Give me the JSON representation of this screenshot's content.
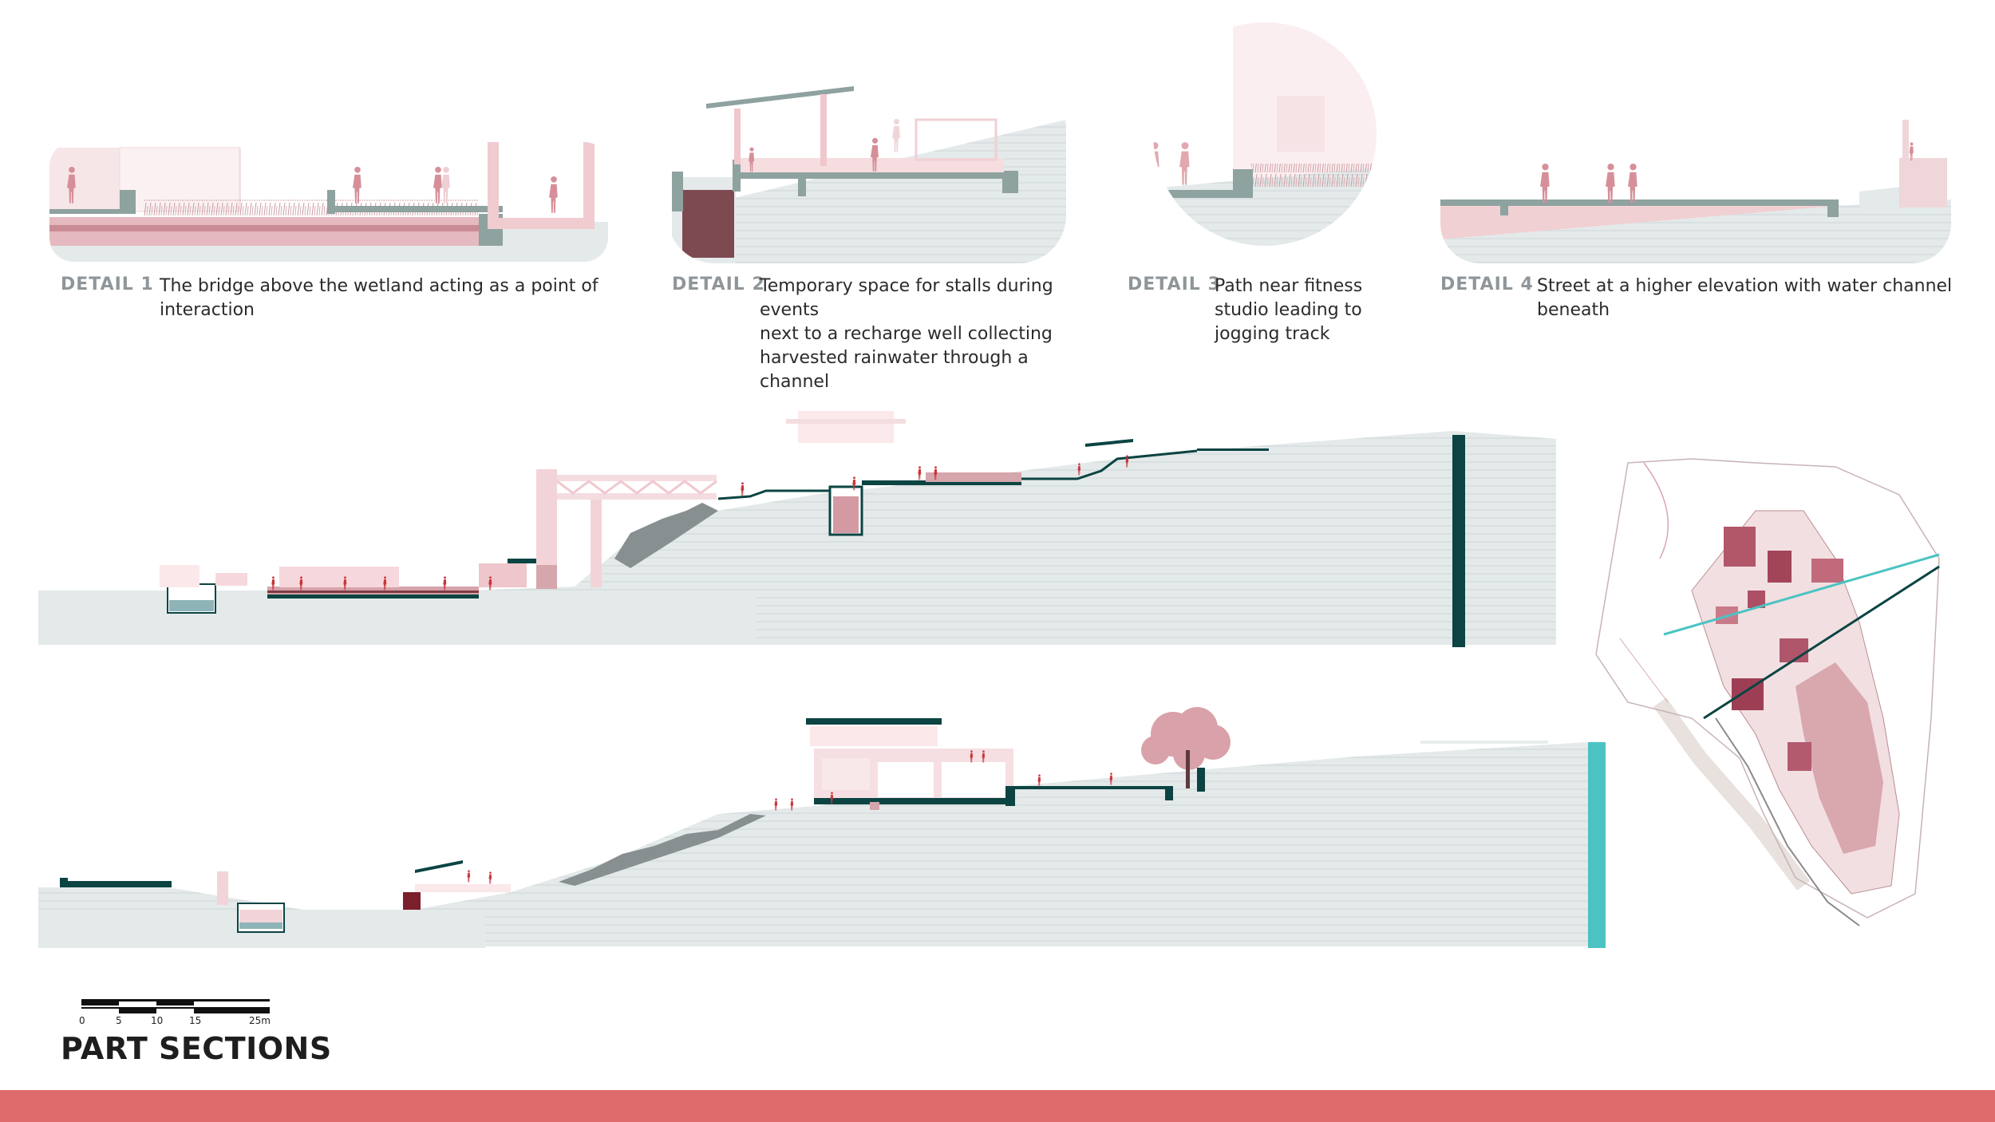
{
  "page": {
    "title": "PART SECTIONS"
  },
  "details": [
    {
      "label": "DETAIL 1",
      "text": "The bridge above the wetland acting as a point of\ninteraction"
    },
    {
      "label": "DETAIL 2",
      "text": "Temporary space for stalls during events\nnext to a recharge well collecting\nharvested rainwater through a channel"
    },
    {
      "label": "DETAIL 3",
      "text": "Path near fitness\nstudio leading to\njogging track"
    },
    {
      "label": "DETAIL 4",
      "text": "Street at a higher elevation with water channel\nbeneath"
    }
  ],
  "scale_bar": {
    "labels": [
      "0",
      "5",
      "10",
      "15",
      "25m"
    ]
  },
  "colors": {
    "accent": "#de6b6b",
    "section_dark": "#0b4443",
    "section_teal": "#4cc3c3",
    "ground_fill": "#e4e9ea",
    "structure": "#8ea29f",
    "pink": "#e9b9be",
    "pink_dark": "#8b3b48"
  }
}
